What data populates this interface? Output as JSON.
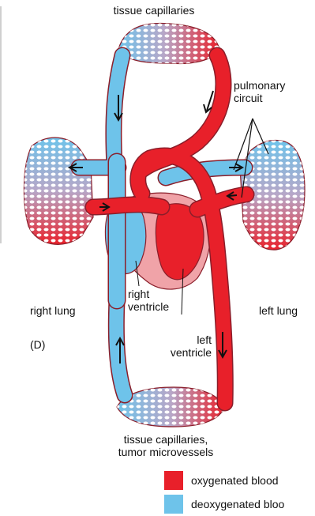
{
  "labels": {
    "tissue_top": "tissue capillaries",
    "pulmonary_line1": "pulmonary",
    "pulmonary_line2": "circuit",
    "right_lung": "right lung",
    "left_lung": "left lung",
    "right_ventricle_line1": "right",
    "right_ventricle_line2": "ventricle",
    "left_ventricle_line1": "left",
    "left_ventricle_line2": "ventricle",
    "panel": "(D)",
    "tissue_bottom_line1": "tissue capillaries,",
    "tissue_bottom_line2": "tumor microvessels"
  },
  "legend": [
    {
      "label": "oxygenated blood",
      "color": "#e8202a"
    },
    {
      "label": "deoxygenated bloo",
      "color": "#6ec3ea"
    }
  ],
  "colors": {
    "oxygenated": "#e8202a",
    "deoxygenated": "#6ec3ea",
    "heart_outer": "#f0a3a8",
    "outline": "#8a1e2a",
    "arrow": "#111111"
  }
}
